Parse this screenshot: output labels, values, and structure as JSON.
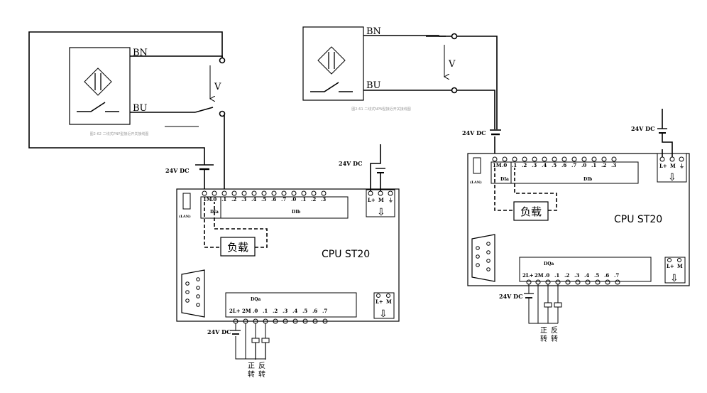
{
  "left_diagram": {
    "terminal_bn": "BN",
    "terminal_bu": "BU",
    "voltage_label": "V",
    "caption": "图2-62 二线式PNP型接近开关接线图",
    "supply_label": "24V DC",
    "load_label": "负载",
    "cpu_label": "CPU ST20",
    "lan_label": "(LAN)",
    "dia_label": "DIa",
    "dib_label": "DIb",
    "dqa_label": "DQa",
    "di_pins": [
      "1M",
      ".0",
      ".1",
      ".2",
      ".3",
      ".4",
      ".5",
      ".6",
      ".7",
      ".0",
      ".1",
      ".2",
      ".3"
    ],
    "dq_pins": [
      "2L+",
      "2M",
      ".0",
      ".1",
      ".2",
      ".3",
      ".4",
      ".5",
      ".6",
      ".7"
    ],
    "power_top": [
      "L+",
      "M",
      "⏚"
    ],
    "power_bottom": [
      "L+",
      "M"
    ],
    "forward_label": [
      "正",
      "转"
    ],
    "reverse_label": [
      "反",
      "转"
    ],
    "output_supply_label": "24V DC",
    "power_supply_label": "24V DC"
  },
  "right_diagram": {
    "terminal_bn": "BN",
    "terminal_bu": "BU",
    "voltage_label": "V",
    "caption": "图2-61 二线式NPN型接近开关接线图",
    "supply_label": "24V DC",
    "load_label": "负载",
    "cpu_label": "CPU ST20",
    "lan_label": "(LAN)",
    "dia_label": "DIa",
    "dib_label": "DIb",
    "dqa_label": "DQa",
    "di_pins": [
      "1M",
      ".0",
      ".1",
      ".2",
      ".3",
      ".4",
      ".5",
      ".6",
      ".7",
      ".0",
      ".1",
      ".2",
      ".3"
    ],
    "dq_pins": [
      "2L+",
      "2M",
      ".0",
      ".1",
      ".2",
      ".3",
      ".4",
      ".5",
      ".6",
      ".7"
    ],
    "power_top": [
      "L+",
      "M",
      "⏚"
    ],
    "power_bottom": [
      "L+",
      "M"
    ],
    "forward_label": [
      "正",
      "转"
    ],
    "reverse_label": [
      "反",
      "转"
    ],
    "output_supply_label": "24V DC",
    "power_supply_label": "24V DC"
  },
  "icons": {
    "arrow_down": "⇩"
  }
}
